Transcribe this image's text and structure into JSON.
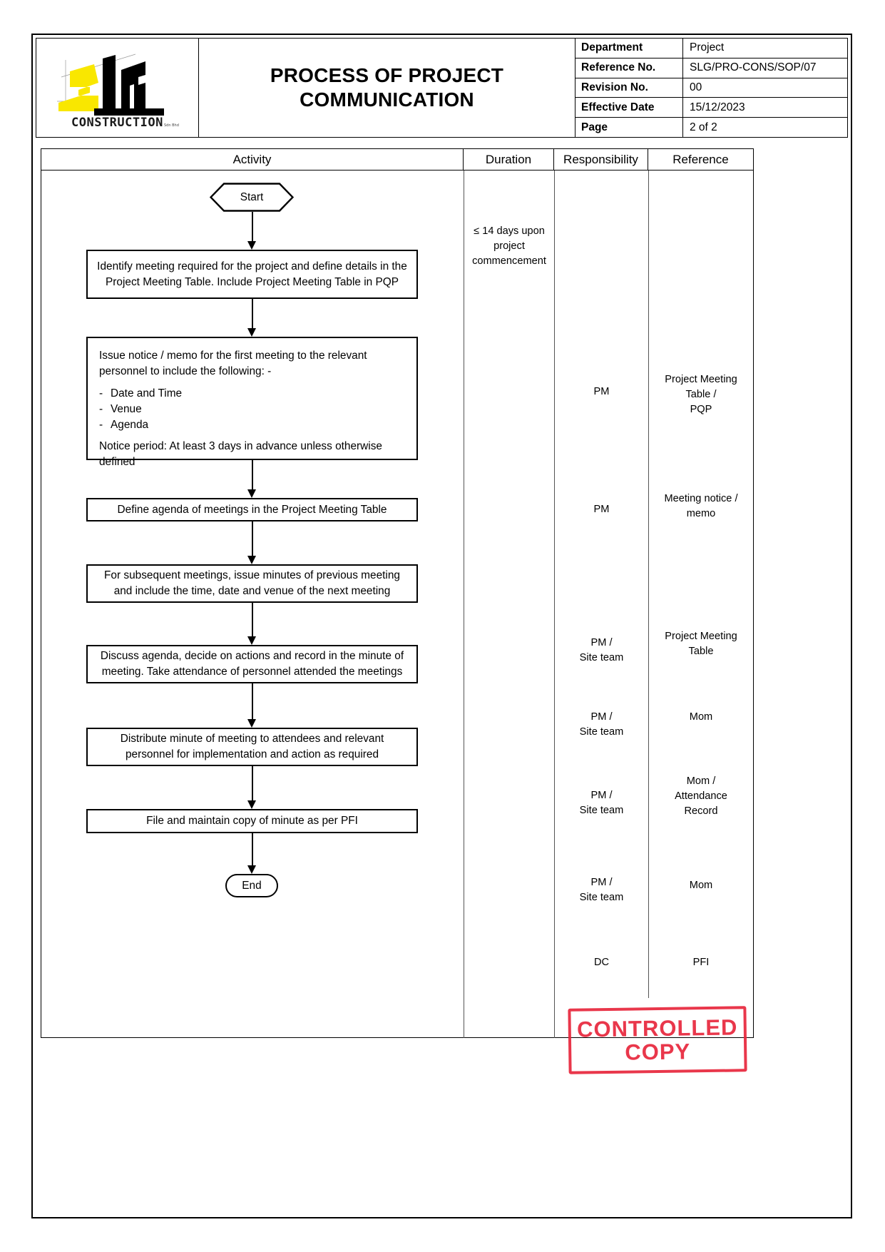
{
  "header": {
    "title": "PROCESS OF PROJECT COMMUNICATION",
    "logo": {
      "wordmark": "SLG",
      "subtext": "CONSTRUCTION",
      "tagline": "Sdn Bhd",
      "yellow": "#F9E700",
      "black": "#000000"
    },
    "meta": [
      {
        "key": "Department",
        "value": "Project"
      },
      {
        "key": "Reference No.",
        "value": "SLG/PRO-CONS/SOP/07"
      },
      {
        "key": "Revision No.",
        "value": "00"
      },
      {
        "key": "Effective Date",
        "value": "15/12/2023"
      },
      {
        "key": "Page",
        "value": "2 of 2"
      }
    ]
  },
  "table": {
    "columns": [
      "Activity",
      "Duration",
      "Responsibility",
      "Reference"
    ]
  },
  "flow": {
    "start_label": "Start",
    "end_label": "End",
    "steps": [
      {
        "activity": "Identify meeting required for the project and define details in the Project Meeting Table. Include Project Meeting Table in PQP",
        "duration": "≤ 14 days upon project commencement",
        "responsibility": "PM",
        "reference": "Project Meeting Table / PQP"
      },
      {
        "activity_intro": "Issue notice / memo for the first meeting to the relevant personnel to include the following: -",
        "activity_bullets": [
          "Date and Time",
          "Venue",
          "Agenda"
        ],
        "activity_outro": "Notice period: At least 3 days in advance unless otherwise defined",
        "duration": "",
        "responsibility": "PM",
        "reference": "Meeting notice / memo"
      },
      {
        "activity": "Define agenda of meetings in the Project Meeting Table",
        "duration": "",
        "responsibility": "PM / Site team",
        "reference": "Project Meeting Table"
      },
      {
        "activity": "For subsequent meetings, issue minutes of previous meeting and include the time, date and venue of the next meeting",
        "duration": "",
        "responsibility": "PM / Site team",
        "reference": "Mom"
      },
      {
        "activity": "Discuss agenda, decide on actions and record in the minute of meeting. Take attendance of personnel attended the meetings",
        "duration": "",
        "responsibility": "PM / Site team",
        "reference": "Mom / Attendance Record"
      },
      {
        "activity": "Distribute minute of meeting to attendees and relevant personnel for implementation and action as required",
        "duration": "",
        "responsibility": "PM / Site team",
        "reference": "Mom"
      },
      {
        "activity": "File and maintain copy of minute as per PFI",
        "duration": "",
        "responsibility": "DC",
        "reference": "PFI"
      }
    ]
  },
  "stamp": {
    "line1": "CONTROLLED",
    "line2": "COPY",
    "color": "#e8273c"
  }
}
